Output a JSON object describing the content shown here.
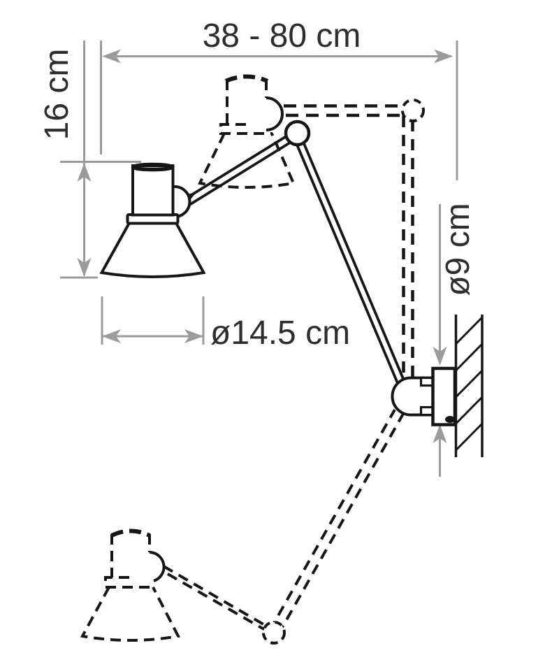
{
  "title": "Wall-mounted articulated lamp — dimensional drawing",
  "labels": {
    "reach": "38 - 80 cm",
    "head_height": "16 cm",
    "shade_diameter": "ø14.5 cm",
    "mount_diameter": "ø9 cm"
  },
  "colors": {
    "line": "#161616",
    "dimension": "#9b9b9b",
    "text": "#2e2e2e",
    "background": "#ffffff"
  },
  "drawing": {
    "style": "black line art on white; alternate arm positions shown dashed",
    "parts": [
      "lamp head with cone shade (solid, current position)",
      "upper arm position (dashed ghost, head raised, arm horizontal + vertical)",
      "lower arm position (dashed ghost, head lowered to bottom left)",
      "elbow joint circle",
      "wall mount bracket with round plate",
      "hatched wall section"
    ],
    "dimension_notes": [
      "38 - 80 cm horizontal reach from wall",
      "16 cm lamp head height",
      "ø14.5 cm shade diameter",
      "ø9 cm wall plate diameter"
    ]
  }
}
